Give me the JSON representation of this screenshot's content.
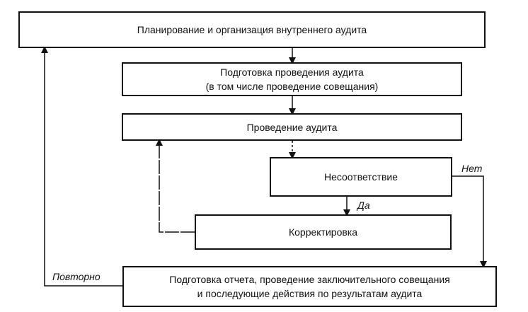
{
  "boxes": {
    "planning": "Планирование и организация внутреннего аудита",
    "preparation_line1": "Подготовка проведения аудита",
    "preparation_line2": "(в том числе проведение совещания)",
    "conducting": "Проведение аудита",
    "nonconformity": "Несоответствие",
    "correction": "Корректировка",
    "report_line1": "Подготовка отчета, проведение заключительного совещания",
    "report_line2": "и последующие действия по результатам аудита"
  },
  "labels": {
    "no": "Нет",
    "yes": "Да",
    "repeat": "Повторно"
  }
}
